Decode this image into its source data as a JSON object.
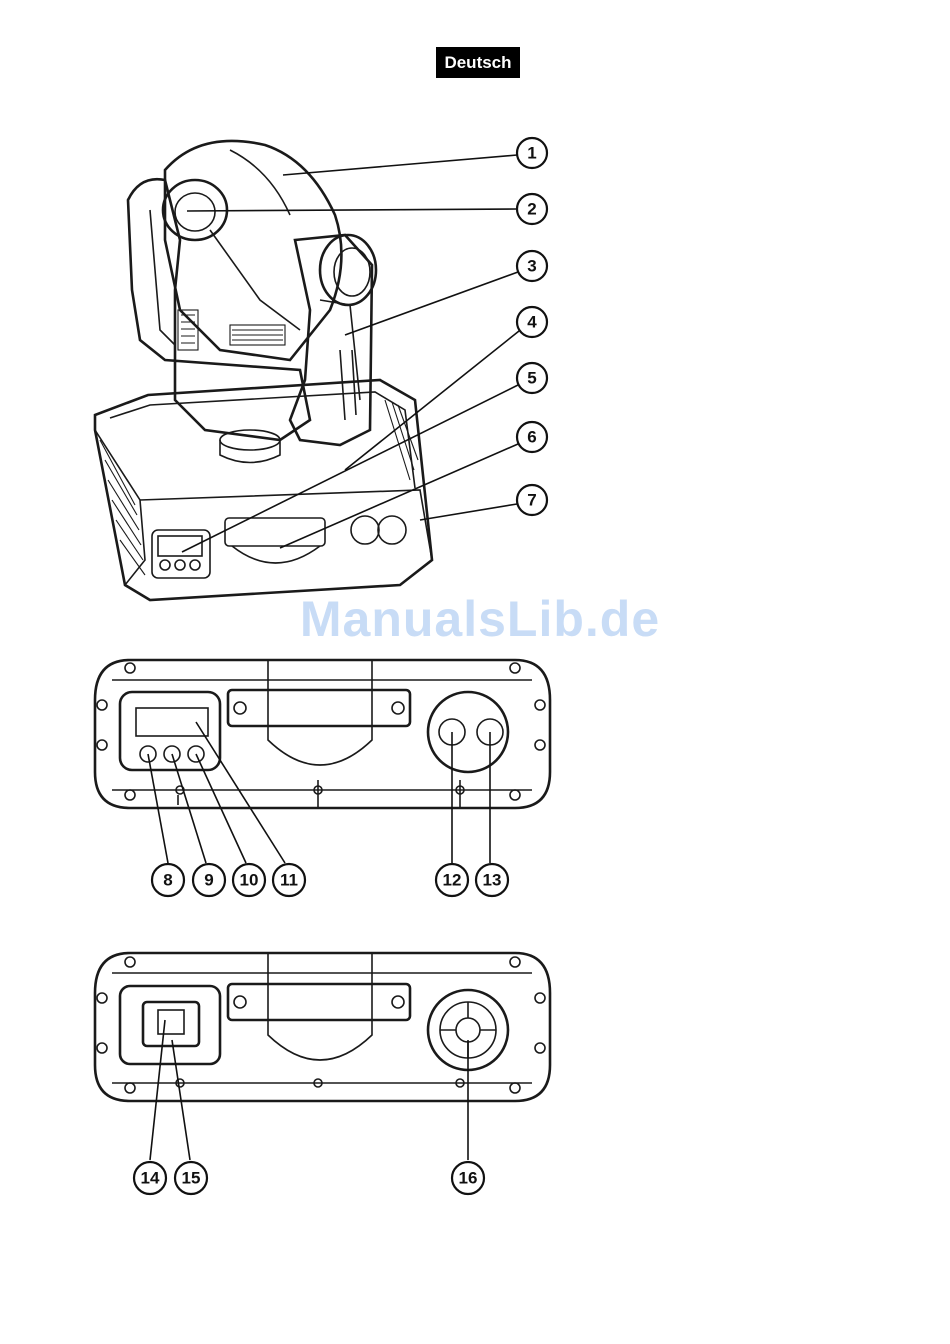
{
  "header": {
    "language_label": "Deutsch"
  },
  "watermark": {
    "text": "ManualsLib.de"
  },
  "callouts": {
    "c1": "1",
    "c2": "2",
    "c3": "3",
    "c4": "4",
    "c5": "5",
    "c6": "6",
    "c7": "7",
    "c8": "8",
    "c9": "9",
    "c10": "10",
    "c11": "11",
    "c12": "12",
    "c13": "13",
    "c14": "14",
    "c15": "15",
    "c16": "16"
  }
}
